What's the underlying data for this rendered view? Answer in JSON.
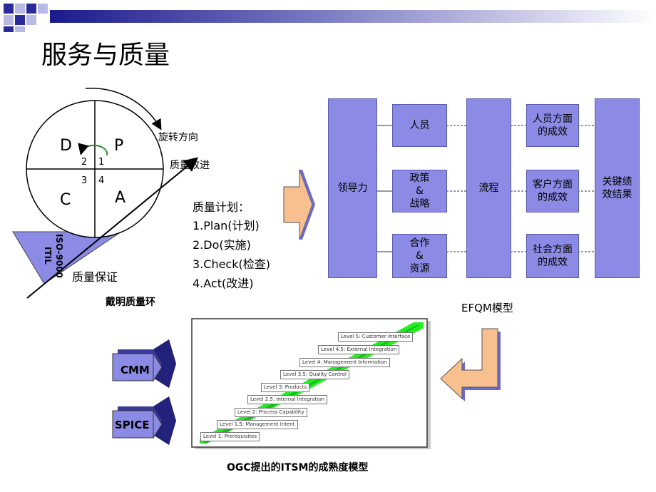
{
  "header": {
    "title": "服务与质量"
  },
  "deming": {
    "rotation_label": "旋转方向",
    "improve_label": "质量改进",
    "assurance_label": "质量保证",
    "itil_label": "ITIL",
    "iso_label": "ISO-9000",
    "quadrants": {
      "d": "D",
      "p": "P",
      "c": "C",
      "a": "A"
    },
    "numbers": [
      "2",
      "1",
      "3",
      "4"
    ],
    "caption": "戴明质量环",
    "plan_title": "质量计划：",
    "plan_items": [
      "1.Plan(计划)",
      "2.Do(实施)",
      "3.Check(检查)",
      "4.Act(改进)"
    ]
  },
  "efqm": {
    "leadership": "领导力",
    "people": "人员",
    "policy": "政策\n&\n战略",
    "partnership": "合作\n&\n资源",
    "process": "流程",
    "people_results": "人员方面\n的成效",
    "customer_results": "客户方面\n的成效",
    "society_results": "社会方面\n的成效",
    "kpi": "关键绩\n效结果",
    "caption": "EFQM模型"
  },
  "maturity": {
    "levels": [
      "Level 5: Customer Interface",
      "Level 4.5: External Integration",
      "Level 4: Management Information",
      "Level 3.5: Quality Control",
      "Level 3: Products",
      "Level 2.5: Internal Integration",
      "Level 2: Process Capability",
      "Level 1.5: Management Intent",
      "Level 1: Prerequisites"
    ],
    "caption": "OGC提出的ITSM的成熟度模型",
    "cmm": "CMM",
    "spice": "SPICE"
  },
  "colors": {
    "box_fill": "#8b8be6",
    "arrow_fill": "#f9c08f",
    "stair_green": "#22ee22"
  }
}
